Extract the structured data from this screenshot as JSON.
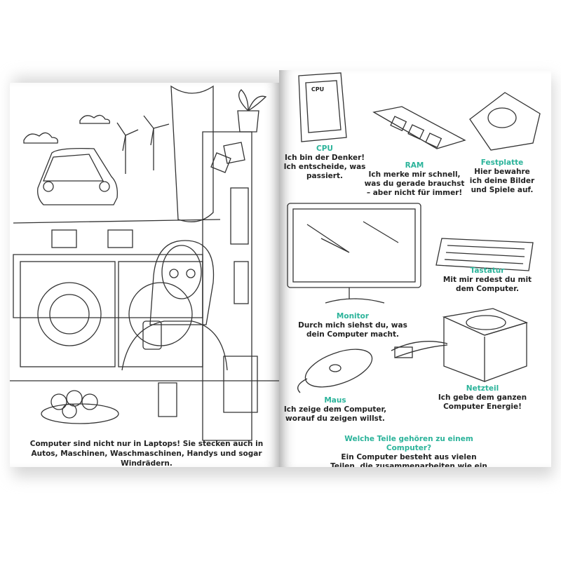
{
  "left_page": {
    "caption": "Computer sind nicht nur in Laptops! Sie stecken auch in Autos, Maschinen, Waschmaschinen, Handys und sogar Windrädern."
  },
  "right_page": {
    "colors": {
      "accent": "#2bb39a",
      "text": "#222222"
    },
    "chip_label": "CPU",
    "parts": [
      {
        "title": "CPU",
        "text": "Ich bin der Denker! Ich entscheide, was passiert."
      },
      {
        "title": "RAM",
        "text": "Ich merke mir schnell, was du gerade brauchst – aber nicht für immer!"
      },
      {
        "title": "Festplatte",
        "text": "Hier bewahre ich deine Bilder und Spiele auf."
      },
      {
        "title": "Tastatur",
        "text": "Mit mir redest du mit dem Computer."
      },
      {
        "title": "Monitor",
        "text": "Durch mich siehst du, was dein Computer macht."
      },
      {
        "title": "Maus",
        "text": "Ich zeige dem Computer, worauf du zeigen willst."
      },
      {
        "title": "Netzteil",
        "text": "Ich gebe dem ganzen Computer Energie!"
      }
    ],
    "footer": {
      "question": "Welche Teile gehören zu einem Computer?",
      "text": "Ein Computer besteht aus vielen Teilen, die zusammenarbeiten wie ein Team."
    }
  }
}
